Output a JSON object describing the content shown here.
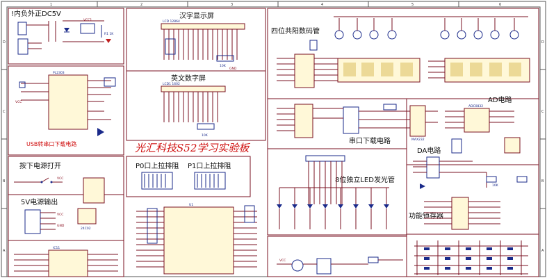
{
  "sections": {
    "power_in": "!内负外正DC5V",
    "lcd_hz": "汉字显示屏",
    "lcd_en": "英文数字屏",
    "seg4": "四位共阳数码管",
    "usb_dl": "USB转串口下载电路",
    "board_title": "光汇科技S52学习实验板",
    "p0_pull": "P0口上拉排阻",
    "p1_pull": "P1口上拉排阻",
    "serial": "串口下载电路",
    "power_sw": "按下电源打开",
    "v5_out": "5V电源输出",
    "led8": "8位独立LED发光管",
    "ad": "AD电路",
    "da": "DA电路",
    "latch": "功能锁存器"
  },
  "chip_labels": {
    "lcd_hz": "LCD 12864",
    "lcd_en": "LCD1 1602",
    "pl2303": "PL2303",
    "adc": "ADC0832",
    "max232": "MAX232"
  },
  "col_labels": [
    "1",
    "2",
    "3",
    "4",
    "5",
    "6"
  ],
  "row_labels": [
    "D",
    "C",
    "B",
    "A"
  ]
}
